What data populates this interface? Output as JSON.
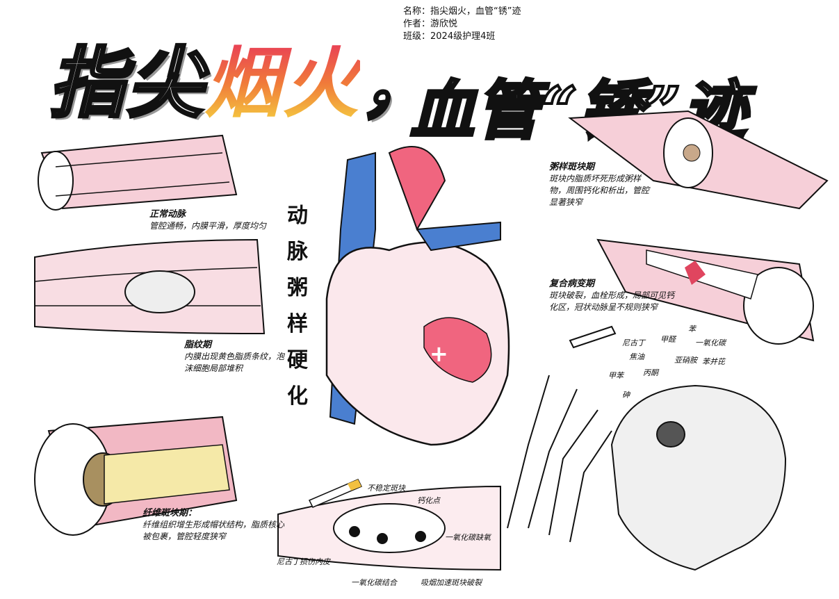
{
  "info": {
    "name_line": "名称：指尖烟火，血管“锈”迹",
    "author_line": "作者：游欣悦",
    "class_line": "班级：2024级护理4班"
  },
  "title": {
    "part1": "指尖",
    "part2": "烟火",
    "comma": "，",
    "part3": "血管“锈”迹"
  },
  "center_vertical": "动脉粥样硬化",
  "stages": [
    {
      "title": "正常动脉",
      "desc": "管腔通畅，内膜平滑，厚度均匀"
    },
    {
      "title": "脂纹期",
      "desc": "内膜出现黄色脂质条纹，泡沫细胞局部堆积"
    },
    {
      "title": "纤维斑块期：",
      "desc": "纤维组织增生形成帽状结构，脂质核心被包裹，管腔轻度狭窄"
    },
    {
      "title": "粥样斑块期",
      "desc": "斑块内脂质坏死形成粥样物，周围钙化和析出，管腔显著狭窄"
    },
    {
      "title": "复合病变期",
      "desc": "斑块破裂，血栓形成，局部可见钙化区，冠状动脉呈不规则狭窄"
    }
  ],
  "toxins": [
    "尼古丁",
    "焦油",
    "甲醛",
    "苯",
    "一氧化碳",
    "亚硝胺",
    "苯并芘",
    "甲苯",
    "丙酮",
    "砷"
  ],
  "vessel_labels": [
    "不稳定斑块",
    "钙化点",
    "一氧化碳缺氧",
    "尼古丁损伤内皮",
    "一氧化碳结合",
    "吸烟加速斑块破裂"
  ],
  "colors": {
    "artery_pink": "#f2b8c4",
    "vein_blue": "#4a7fd0",
    "heart_red": "#f0657f",
    "plaque_yellow": "#f5e9a8"
  }
}
